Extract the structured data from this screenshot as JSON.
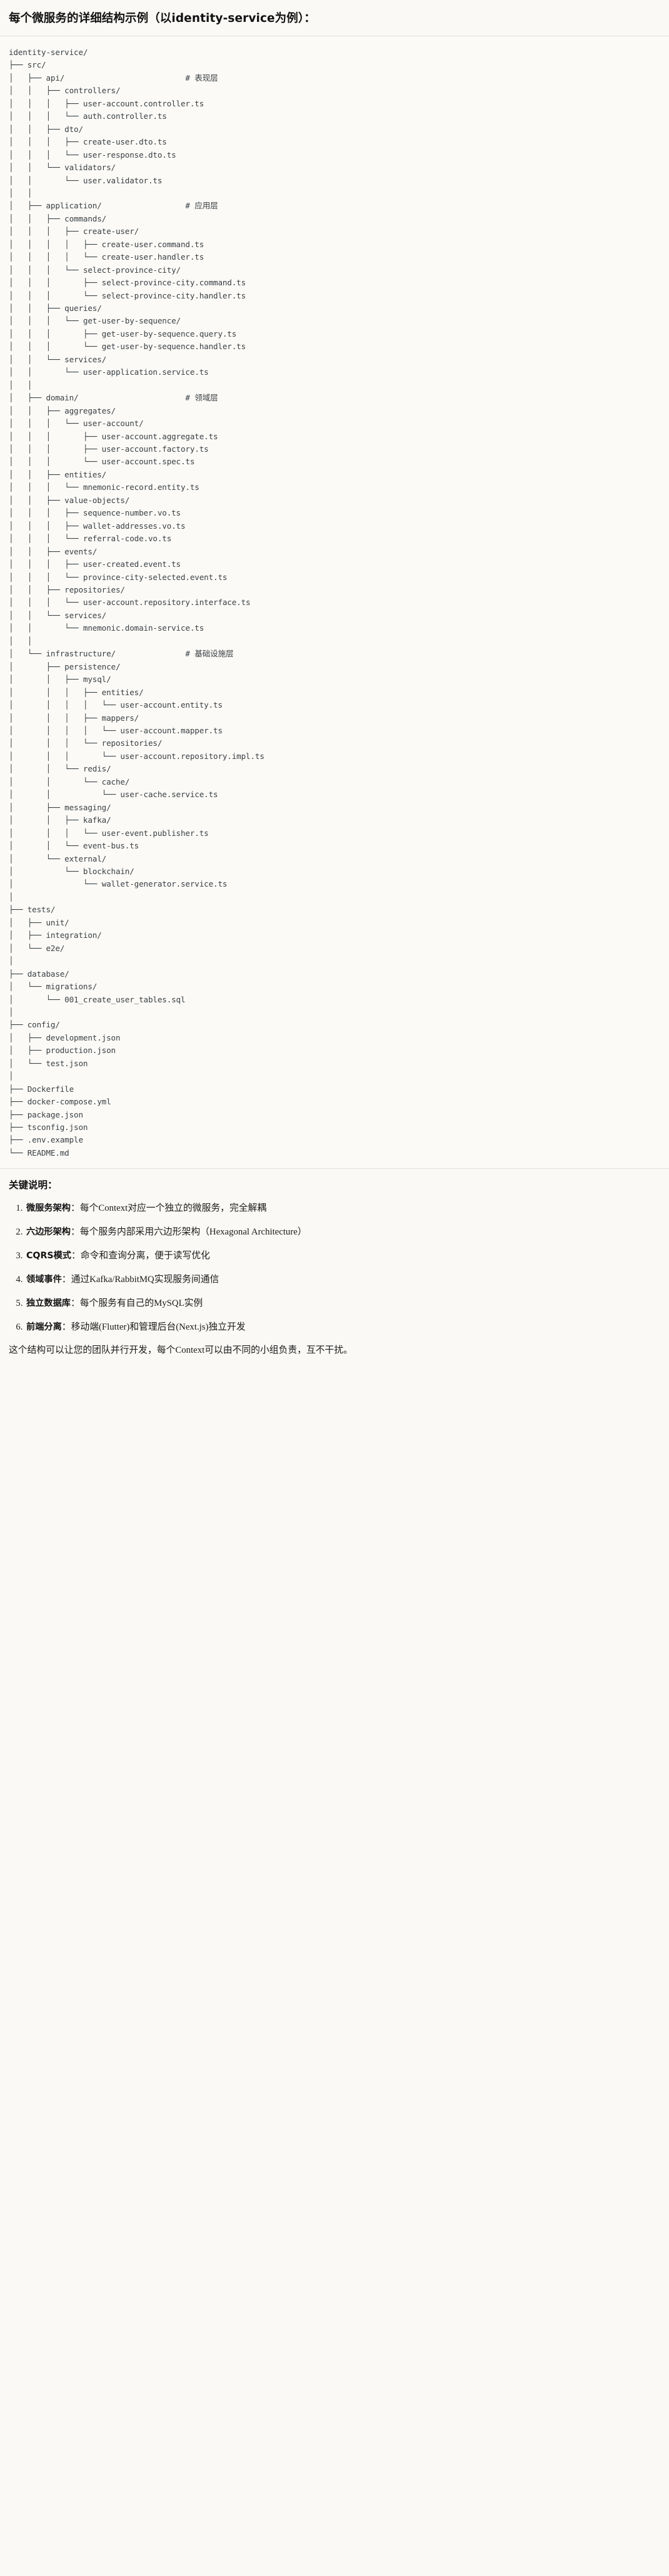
{
  "heading": {
    "cn_prefix": "每个微服务的详细结构示例",
    "paren_open": "（以",
    "latin": "identity-service",
    "paren_close": "为例）：",
    "full": "每个微服务的详细结构示例（以identity-service为例）："
  },
  "tree": {
    "root": "identity-service/",
    "comments": {
      "api": "# 表现层",
      "application": "# 应用层",
      "domain": "# 领域层",
      "infrastructure": "# 基础设施层"
    },
    "lines": [
      "identity-service/",
      "├── src/",
      "│   ├── api/                          # 表现层",
      "│   │   ├── controllers/",
      "│   │   │   ├── user-account.controller.ts",
      "│   │   │   └── auth.controller.ts",
      "│   │   ├── dto/",
      "│   │   │   ├── create-user.dto.ts",
      "│   │   │   └── user-response.dto.ts",
      "│   │   └── validators/",
      "│   │       └── user.validator.ts",
      "│   │",
      "│   ├── application/                  # 应用层",
      "│   │   ├── commands/",
      "│   │   │   ├── create-user/",
      "│   │   │   │   ├── create-user.command.ts",
      "│   │   │   │   └── create-user.handler.ts",
      "│   │   │   └── select-province-city/",
      "│   │   │       ├── select-province-city.command.ts",
      "│   │   │       └── select-province-city.handler.ts",
      "│   │   ├── queries/",
      "│   │   │   └── get-user-by-sequence/",
      "│   │   │       ├── get-user-by-sequence.query.ts",
      "│   │   │       └── get-user-by-sequence.handler.ts",
      "│   │   └── services/",
      "│   │       └── user-application.service.ts",
      "│   │",
      "│   ├── domain/                       # 领域层",
      "│   │   ├── aggregates/",
      "│   │   │   └── user-account/",
      "│   │   │       ├── user-account.aggregate.ts",
      "│   │   │       ├── user-account.factory.ts",
      "│   │   │       └── user-account.spec.ts",
      "│   │   ├── entities/",
      "│   │   │   └── mnemonic-record.entity.ts",
      "│   │   ├── value-objects/",
      "│   │   │   ├── sequence-number.vo.ts",
      "│   │   │   ├── wallet-addresses.vo.ts",
      "│   │   │   └── referral-code.vo.ts",
      "│   │   ├── events/",
      "│   │   │   ├── user-created.event.ts",
      "│   │   │   └── province-city-selected.event.ts",
      "│   │   ├── repositories/",
      "│   │   │   └── user-account.repository.interface.ts",
      "│   │   └── services/",
      "│   │       └── mnemonic.domain-service.ts",
      "│   │",
      "│   └── infrastructure/               # 基础设施层",
      "│       ├── persistence/",
      "│       │   ├── mysql/",
      "│       │   │   ├── entities/",
      "│       │   │   │   └── user-account.entity.ts",
      "│       │   │   ├── mappers/",
      "│       │   │   │   └── user-account.mapper.ts",
      "│       │   │   └── repositories/",
      "│       │   │       └── user-account.repository.impl.ts",
      "│       │   └── redis/",
      "│       │       └── cache/",
      "│       │           └── user-cache.service.ts",
      "│       ├── messaging/",
      "│       │   ├── kafka/",
      "│       │   │   └── user-event.publisher.ts",
      "│       │   └── event-bus.ts",
      "│       └── external/",
      "│           └── blockchain/",
      "│               └── wallet-generator.service.ts",
      "│",
      "├── tests/",
      "│   ├── unit/",
      "│   ├── integration/",
      "│   └── e2e/",
      "│",
      "├── database/",
      "│   └── migrations/",
      "│       └── 001_create_user_tables.sql",
      "│",
      "├── config/",
      "│   ├── development.json",
      "│   ├── production.json",
      "│   └── test.json",
      "│",
      "├── Dockerfile",
      "├── docker-compose.yml",
      "├── package.json",
      "├── tsconfig.json",
      "├── .env.example",
      "└── README.md"
    ]
  },
  "notes": {
    "title": "关键说明：",
    "items": [
      {
        "term": "微服务架构",
        "desc": "：每个Context对应一个独立的微服务，完全解耦"
      },
      {
        "term": "六边形架构",
        "desc": "：每个服务内部采用六边形架构（Hexagonal Architecture）"
      },
      {
        "term": "CQRS模式",
        "desc": "：命令和查询分离，便于读写优化"
      },
      {
        "term": "领域事件",
        "desc": "：通过Kafka/RabbitMQ实现服务间通信"
      },
      {
        "term": "独立数据库",
        "desc": "：每个服务有自己的MySQL实例"
      },
      {
        "term": "前端分离",
        "desc": "：移动端(Flutter)和管理后台(Next.js)独立开发"
      }
    ],
    "closing": "这个结构可以让您的团队并行开发，每个Context可以由不同的小组负责，互不干扰。"
  },
  "colors": {
    "background": "#faf9f6",
    "code_background": "#fbfaf7",
    "text": "#1b1b1b",
    "code_text": "#3b4044",
    "divider": "#e3e1da"
  }
}
